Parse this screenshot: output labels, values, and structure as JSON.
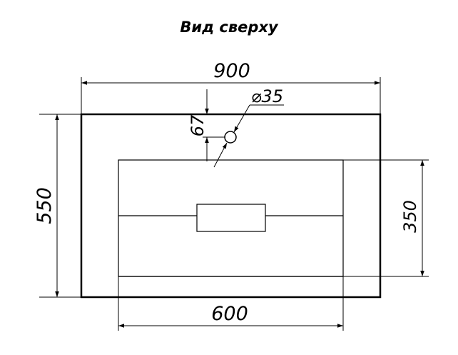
{
  "title": "Вид сверху",
  "dimensions": {
    "width_total": "900",
    "depth_total": "550",
    "bowl_width": "600",
    "bowl_depth": "350",
    "hole_offset": "67",
    "hole_diameter": "⌀35"
  },
  "colors": {
    "line": "#000000",
    "background": "#ffffff"
  }
}
